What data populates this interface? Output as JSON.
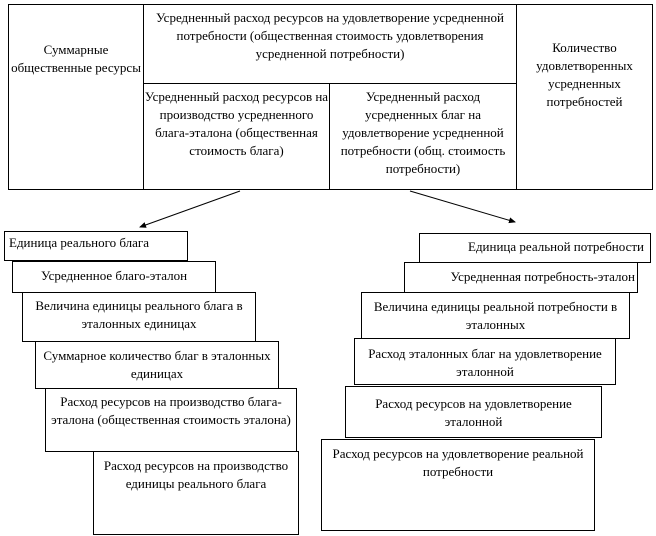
{
  "top_table": {
    "left_cell": "Суммарные общественные ресурсы",
    "top_middle": "Усредненный расход ресурсов  на удовлетворение усредненной потребности (общественная стоимость удовлетворения усредненной потребности)",
    "sub_left": "Усредненный расход ресурсов на производство усредненного блага-эталона (общественная стоимость блага)",
    "sub_right": "Усредненный расход усредненных благ на удовлетворение усредненной потребности (общ. стоимость потребности)",
    "right_cell": "Количество удовлетворенных усредненных потребностей"
  },
  "left_stack": [
    "Единица реального блага",
    "Усредненное благо-эталон",
    "Величина единицы реального блага в эталонных единицах",
    "Суммарное количество благ в эталонных единицах",
    "Расход ресурсов на производство блага-эталона (общественная стоимость эталона)",
    "Расход ресурсов на производство единицы реального блага"
  ],
  "right_stack": [
    "Единица реальной потребности",
    "Усредненная потребность-эталон",
    "Величина единицы реальной потребности в эталонных",
    "Расход эталонных благ на удовлетворение эталонной",
    "Расход ресурсов на удовлетворение эталонной",
    "Расход ресурсов на удовлетворение реальной потребности"
  ]
}
